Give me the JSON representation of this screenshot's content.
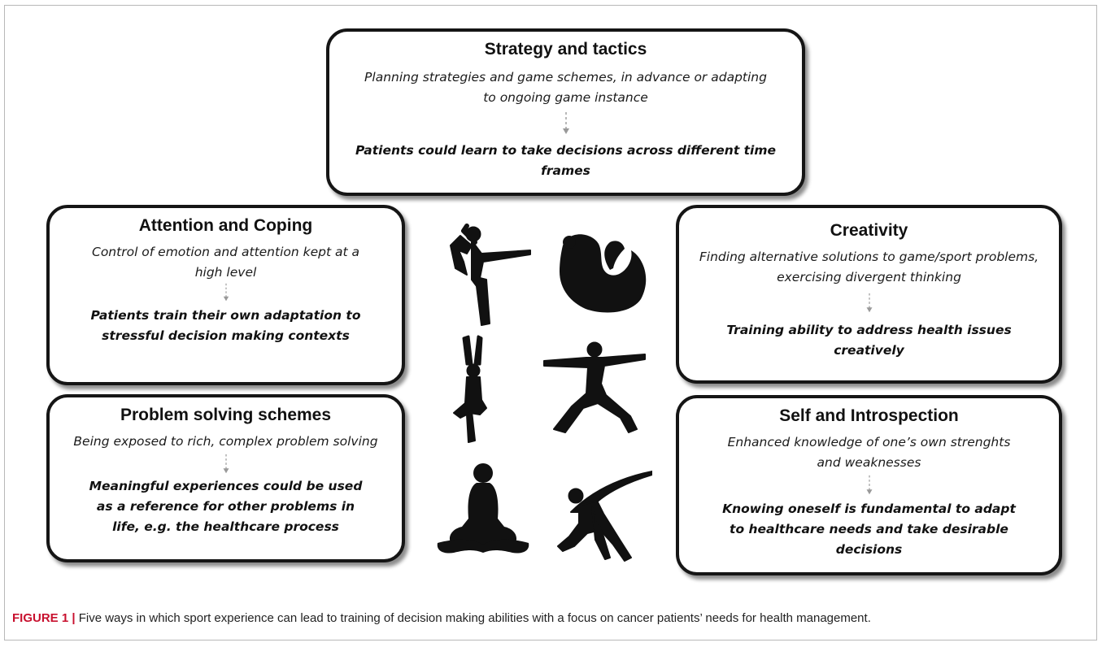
{
  "boxes": {
    "strategy": {
      "title": "Strategy and tactics",
      "description": "Planning strategies and game schemes, in advance or adapting to ongoing game instance",
      "conclusion": "Patients could learn to take decisions across different time frames"
    },
    "attention": {
      "title": "Attention and Coping",
      "description": "Control of emotion and attention kept at a high level",
      "conclusion": "Patients train their own adaptation to stressful decision making contexts"
    },
    "problem": {
      "title": "Problem solving schemes",
      "description": "Being exposed to rich, complex problem solving",
      "conclusion": "Meaningful experiences could be used as a reference for other problems in life, e.g. the healthcare process"
    },
    "creativity": {
      "title": "Creativity",
      "description": "Finding alternative solutions to game/sport problems, exercising divergent thinking",
      "conclusion": "Training ability to address health issues creatively"
    },
    "self": {
      "title": "Self and Introspection",
      "description": "Enhanced knowledge of one’s own strenghts and weaknesses",
      "conclusion": "Knowing oneself is fundamental to adapt to healthcare needs and take desirable decisions"
    }
  },
  "figures": [
    "dancer-pose-icon",
    "backbend-pose-icon",
    "tree-pose-icon",
    "warrior-pose-icon",
    "lotus-pose-icon",
    "side-stretch-pose-icon"
  ],
  "caption": {
    "label": "FIGURE 1 |",
    "text": " Five ways in which sport experience can lead to training of decision making abilities with a focus on cancer patients’ needs for health management."
  }
}
